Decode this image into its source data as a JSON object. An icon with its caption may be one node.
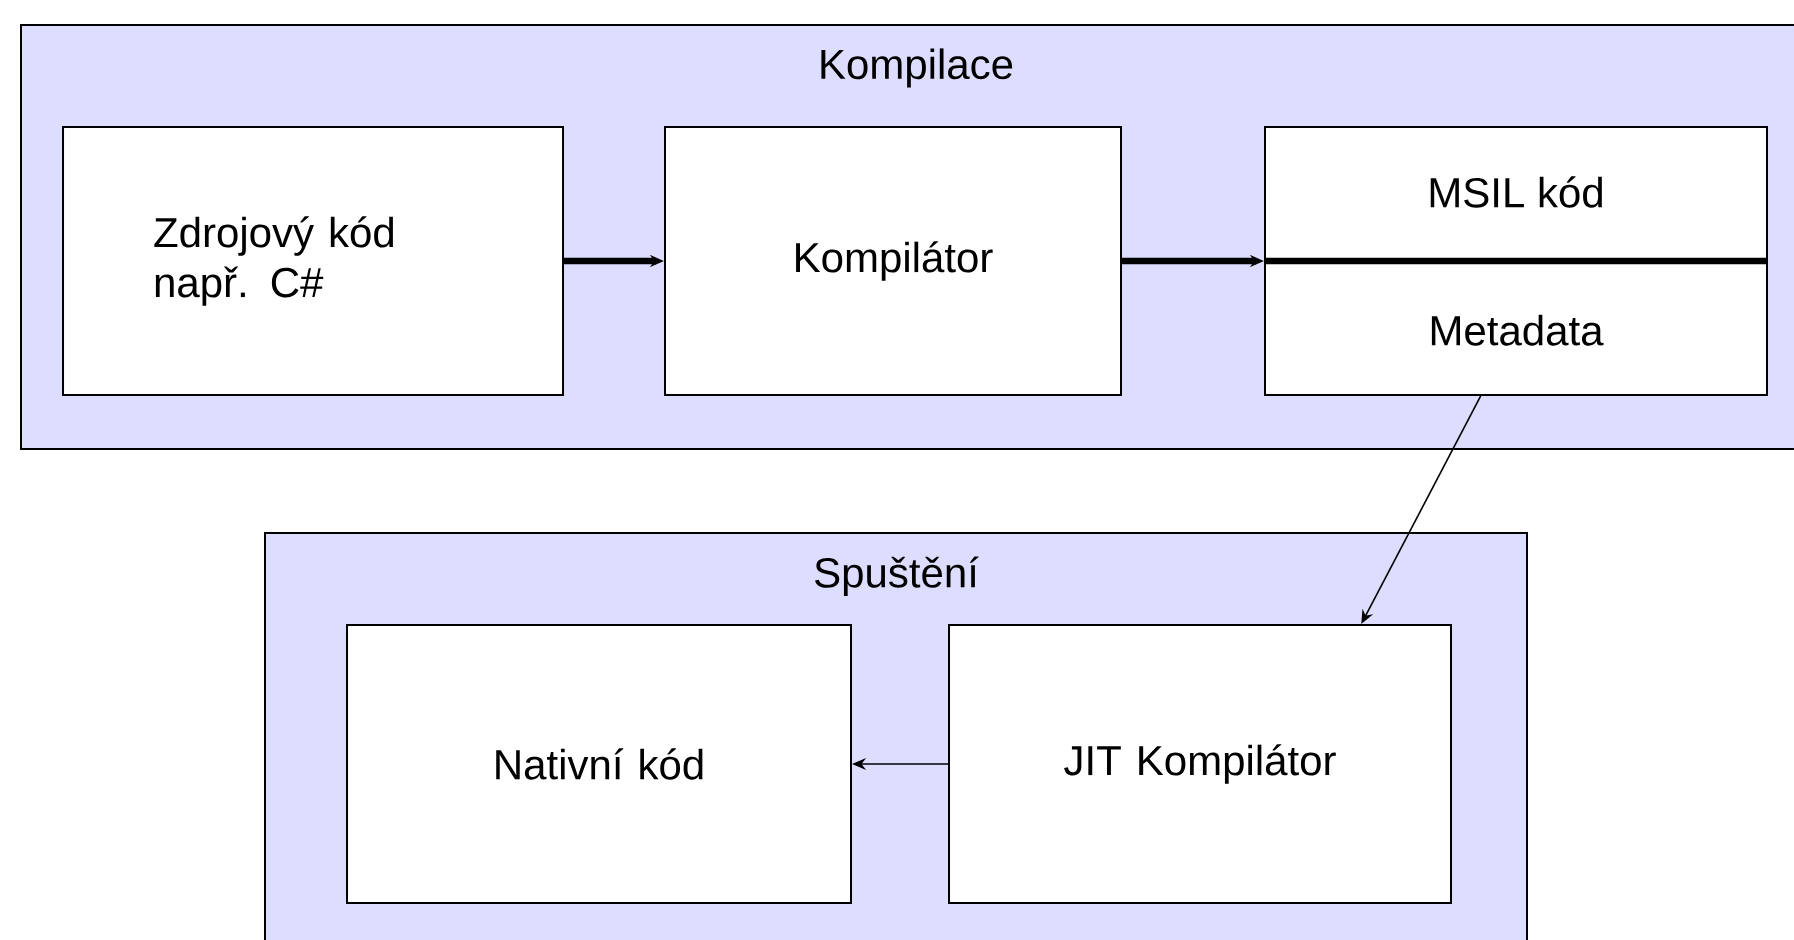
{
  "diagram": {
    "nodes": [
      {
        "text": [
          "Kompilace"
        ]
      },
      {
        "text": [
          "Zdrojový kód např. C#"
        ],
        "in": 0
      },
      {
        "text": [
          "Kompilátor"
        ],
        "in": 0
      },
      {
        "text": [
          "MSIL kód",
          "Metadata"
        ],
        "in": 0
      },
      {
        "text": [
          "Spuštění"
        ]
      },
      {
        "text": [
          "Nativní kód"
        ],
        "in": 4
      },
      {
        "text": [
          "JIT Kompilátor"
        ],
        "in": 4
      }
    ],
    "edges": [
      {
        "from": 1,
        "to": 2,
        "arrow": "to",
        "style": "thick"
      },
      {
        "from": 2,
        "to": 3,
        "arrow": "to",
        "style": "thick"
      },
      {
        "from": 3,
        "to": 6,
        "arrow": "to"
      },
      {
        "from": 6,
        "to": 5,
        "arrow": "to"
      }
    ]
  }
}
